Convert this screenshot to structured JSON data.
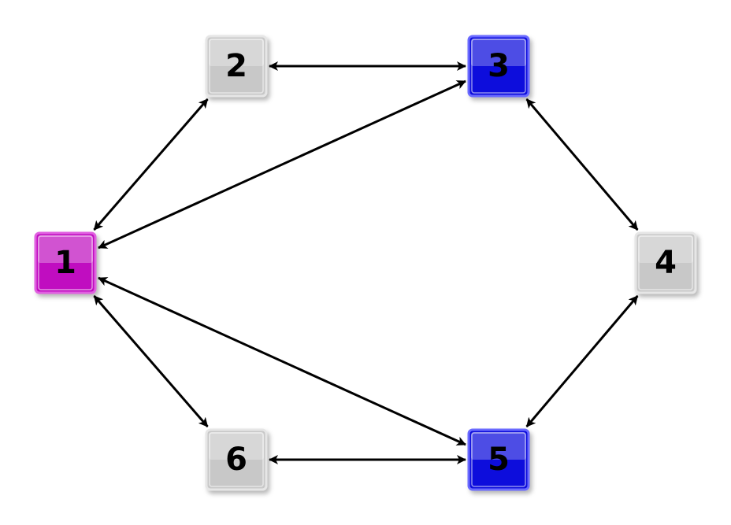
{
  "diagram": {
    "nodes": [
      {
        "id": "1",
        "label": "1",
        "color": "#c010c0",
        "border": "#e060e0",
        "style": "highlight-magenta"
      },
      {
        "id": "2",
        "label": "2",
        "color": "#c8c8c8",
        "border": "#e6e6e6",
        "style": "default-gray"
      },
      {
        "id": "3",
        "label": "3",
        "color": "#0b0bdc",
        "border": "#6a6aff",
        "style": "highlight-blue"
      },
      {
        "id": "4",
        "label": "4",
        "color": "#c8c8c8",
        "border": "#e6e6e6",
        "style": "default-gray"
      },
      {
        "id": "5",
        "label": "5",
        "color": "#0b0bdc",
        "border": "#6a6aff",
        "style": "highlight-blue"
      },
      {
        "id": "6",
        "label": "6",
        "color": "#c8c8c8",
        "border": "#e6e6e6",
        "style": "default-gray"
      }
    ],
    "edges": [
      {
        "from": "1",
        "to": "2",
        "direction": "both"
      },
      {
        "from": "2",
        "to": "3",
        "direction": "both"
      },
      {
        "from": "3",
        "to": "4",
        "direction": "both"
      },
      {
        "from": "4",
        "to": "5",
        "direction": "both"
      },
      {
        "from": "5",
        "to": "6",
        "direction": "both"
      },
      {
        "from": "6",
        "to": "1",
        "direction": "both"
      },
      {
        "from": "1",
        "to": "3",
        "direction": "both"
      },
      {
        "from": "1",
        "to": "5",
        "direction": "both"
      }
    ],
    "edge_color": "#000000"
  }
}
